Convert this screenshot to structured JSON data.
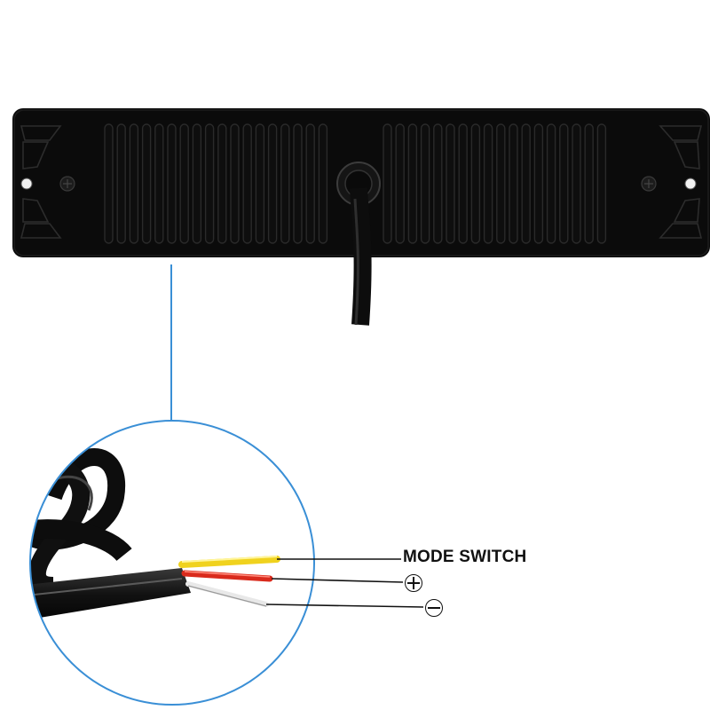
{
  "labels": {
    "mode_switch": "MODE SWITCH",
    "positive_symbol": "⊕",
    "negative_symbol": "⊖"
  },
  "wires": [
    {
      "name": "yellow-wire",
      "color": "#f0d21e",
      "function": "mode_switch"
    },
    {
      "name": "red-wire",
      "color": "#d92a1c",
      "function": "positive_symbol"
    },
    {
      "name": "white-wire",
      "color": "#e8e8e8",
      "function": "negative_symbol"
    }
  ],
  "colors": {
    "housing": "#0b0b0b",
    "callout": "#3a8fd6",
    "background": "#ffffff"
  }
}
